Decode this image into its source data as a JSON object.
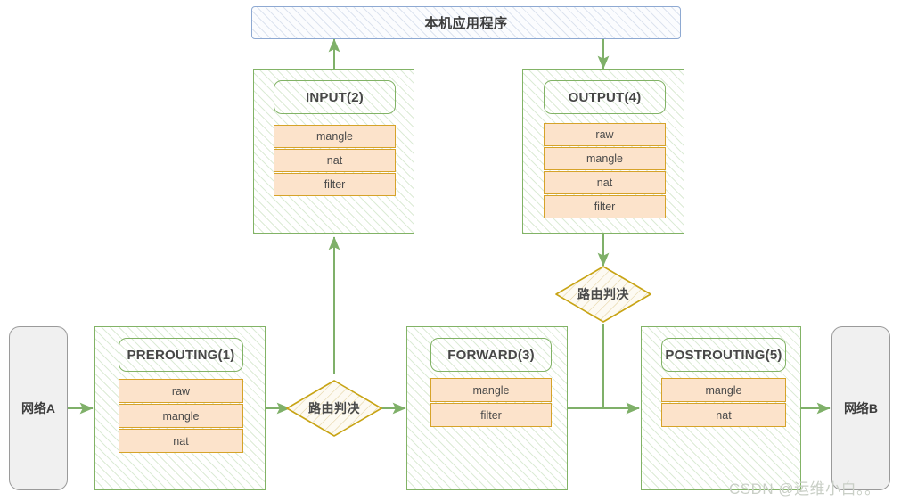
{
  "diagram": {
    "title": "iptables netfilter packet flow",
    "colors": {
      "chain_border": "#82b366",
      "chain_hatch": "#8cbe78",
      "table_fill": "#fce3cb",
      "table_border": "#d6a329",
      "app_border": "#8ea9d2",
      "endpoint_border": "#9a9a9a",
      "endpoint_fill": "#f0f0f0",
      "diamond_border": "#c8a415",
      "arrow": "#7fb069",
      "background": "#ffffff"
    }
  },
  "app": {
    "label": "本机应用程序"
  },
  "endpoints": {
    "left": {
      "label": "网络A"
    },
    "right": {
      "label": "网络B"
    }
  },
  "decisions": [
    {
      "id": "routing-decision-1",
      "label": "路由判决"
    },
    {
      "id": "routing-decision-2",
      "label": "路由判决"
    }
  ],
  "chains": [
    {
      "id": "prerouting",
      "label": "PREROUTING(1)",
      "tables": [
        "raw",
        "mangle",
        "nat"
      ]
    },
    {
      "id": "input",
      "label": "INPUT(2)",
      "tables": [
        "mangle",
        "nat",
        "filter"
      ]
    },
    {
      "id": "forward",
      "label": "FORWARD(3)",
      "tables": [
        "mangle",
        "filter"
      ]
    },
    {
      "id": "output",
      "label": "OUTPUT(4)",
      "tables": [
        "raw",
        "mangle",
        "nat",
        "filter"
      ]
    },
    {
      "id": "postrouting",
      "label": "POSTROUTING(5)",
      "tables": [
        "mangle",
        "nat"
      ]
    }
  ],
  "watermark": {
    "text": "CSDN @运维小白。。"
  }
}
